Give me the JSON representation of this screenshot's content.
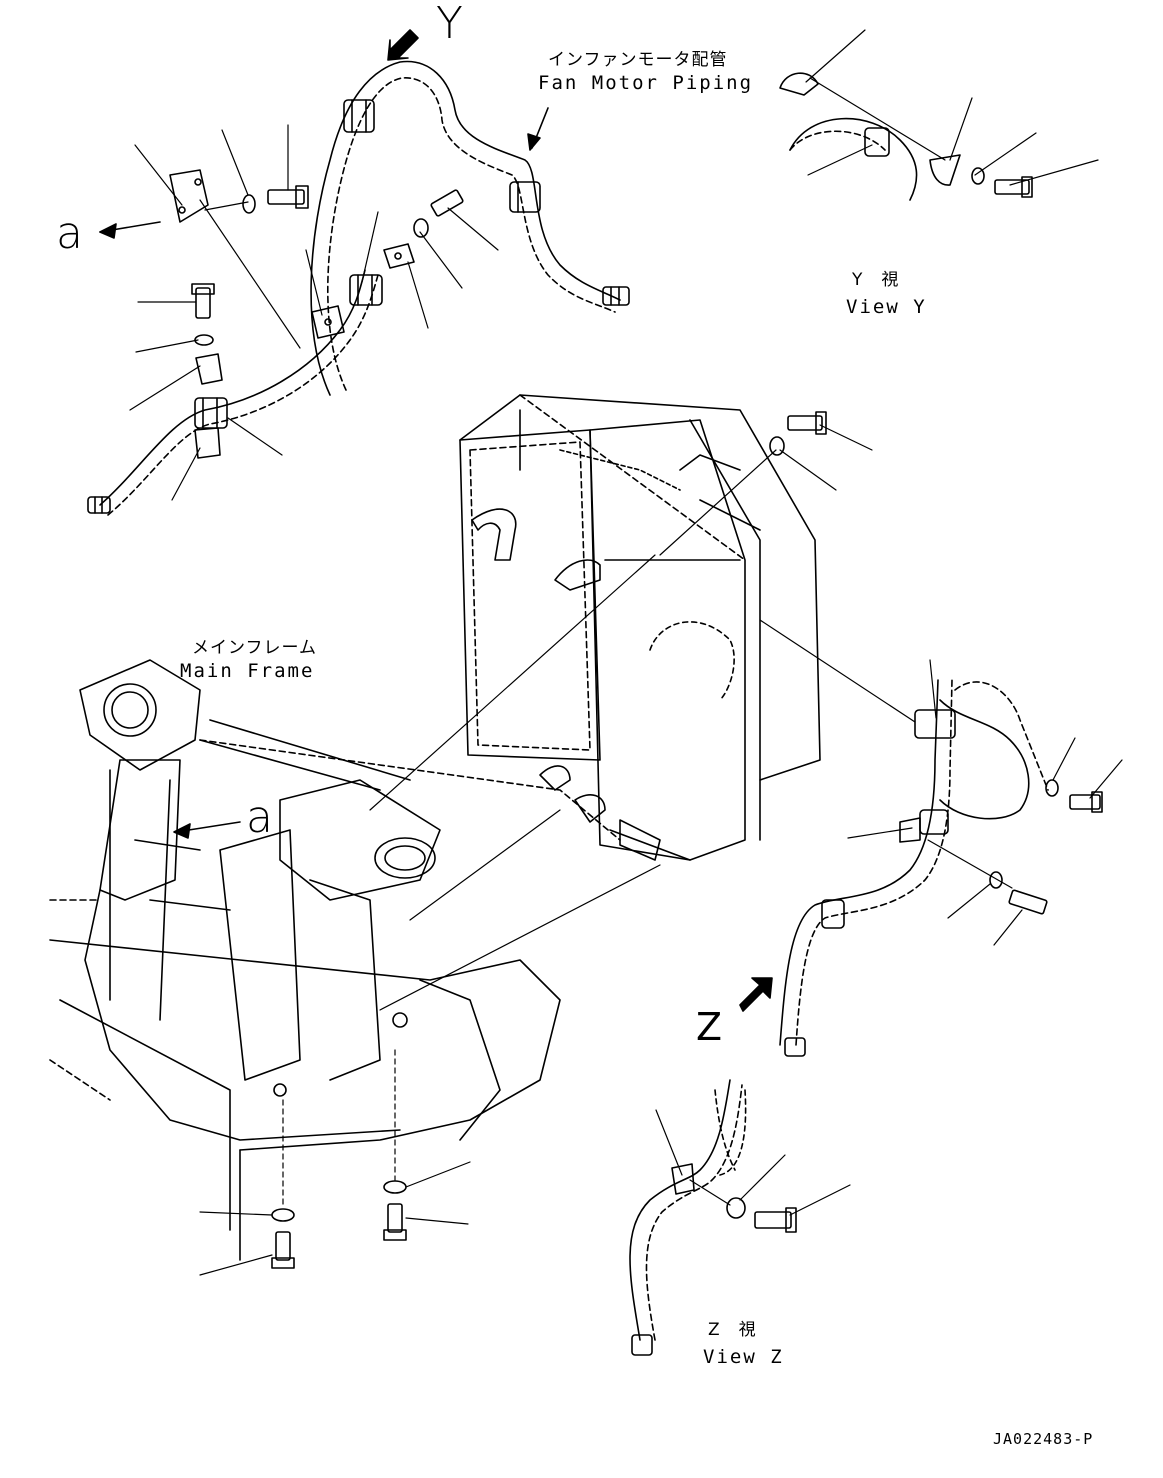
{
  "labels": {
    "fan_motor_jp": "インファンモータ配管",
    "fan_motor_en": "Fan Motor Piping",
    "main_frame_jp": "メインフレーム",
    "main_frame_en": "Main Frame",
    "view_y_jp": "Y　視",
    "view_y_en": "View Y",
    "view_z_jp": "Z　視",
    "view_z_en": "View Z",
    "marker_y": "Y",
    "marker_z": "Z",
    "marker_a_left": "a",
    "marker_a_center": "a",
    "drawing_code": "JA022483-P"
  }
}
